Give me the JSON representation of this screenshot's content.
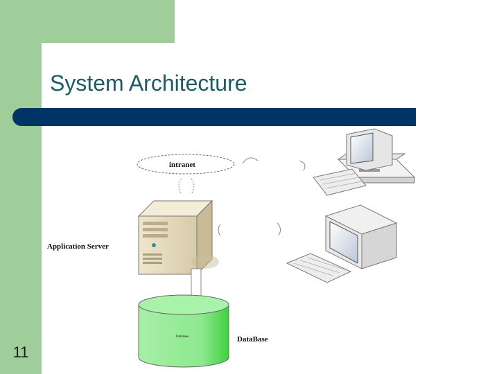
{
  "slide": {
    "title": "System Architecture",
    "number": "11"
  },
  "diagram": {
    "cloud_label": "intranet",
    "server_label": "Application Server",
    "database_label": "DataBase",
    "database_inner_label": "Database"
  },
  "colors": {
    "accent_green": "#9fce9a",
    "title_teal": "#1d5a63",
    "rule_navy": "#003366",
    "db_green": "#99ee99"
  }
}
